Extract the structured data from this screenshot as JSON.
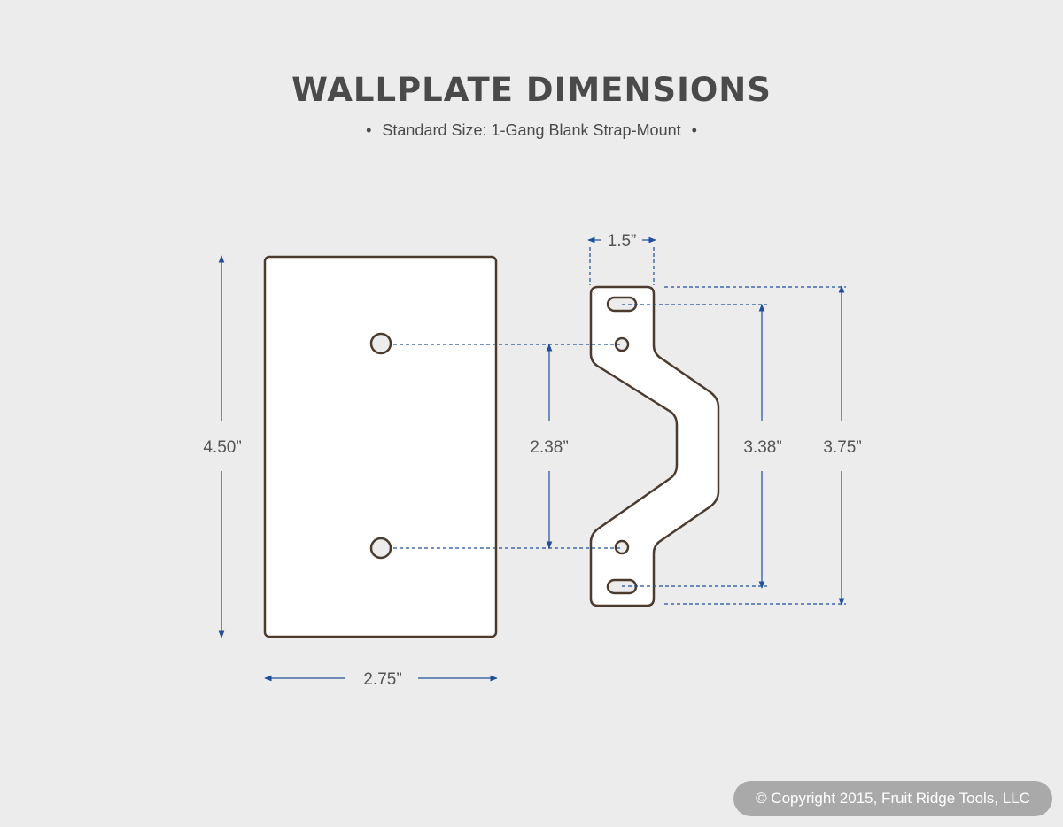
{
  "header": {
    "title": "WALLPLATE DIMENSIONS",
    "subtitle": "Standard Size: 1-Gang Blank Strap-Mount",
    "bullet": "•"
  },
  "dimensions": {
    "plate_height": "4.50”",
    "plate_width": "2.75”",
    "hole_spacing": "2.38”",
    "strap_width": "1.5”",
    "slot_spacing": "3.38”",
    "strap_height": "3.75”"
  },
  "footer": {
    "copyright": "© Copyright 2015, Fruit Ridge Tools, LLC"
  },
  "colors": {
    "background": "#ececec",
    "outline": "#4a3b2e",
    "dimension_line": "#1f4e9c",
    "text": "#4a4a4a",
    "badge": "#a9a9a9"
  }
}
